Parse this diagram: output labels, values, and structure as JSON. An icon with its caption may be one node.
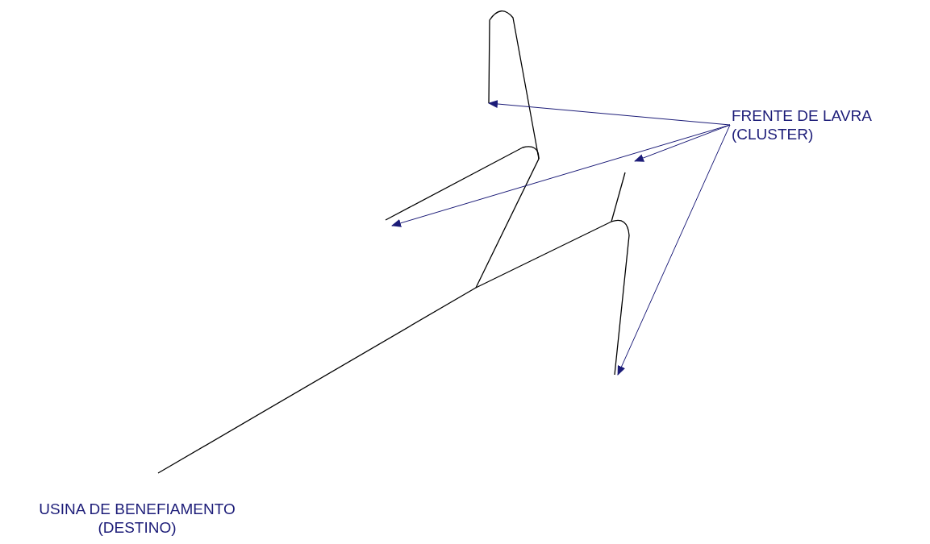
{
  "diagram": {
    "nodes": [
      {
        "text": [
          "FRENTE DE LAVRA (CLUSTER)"
        ]
      },
      {
        "text": [],
        "shape": "line"
      },
      {
        "text": [],
        "shape": "line"
      },
      {
        "text": [],
        "shape": "line"
      },
      {
        "text": [],
        "shape": "line"
      }
    ],
    "edges": [
      {
        "from": 0,
        "to": 1,
        "arrow": "to"
      },
      {
        "from": 0,
        "to": 2,
        "arrow": "to"
      },
      {
        "from": 0,
        "to": 3,
        "arrow": "to"
      },
      {
        "from": 0,
        "to": 4,
        "arrow": "to"
      }
    ],
    "labels": [
      "USINA DE BENEFIAMENTO (DESTINO)"
    ]
  }
}
